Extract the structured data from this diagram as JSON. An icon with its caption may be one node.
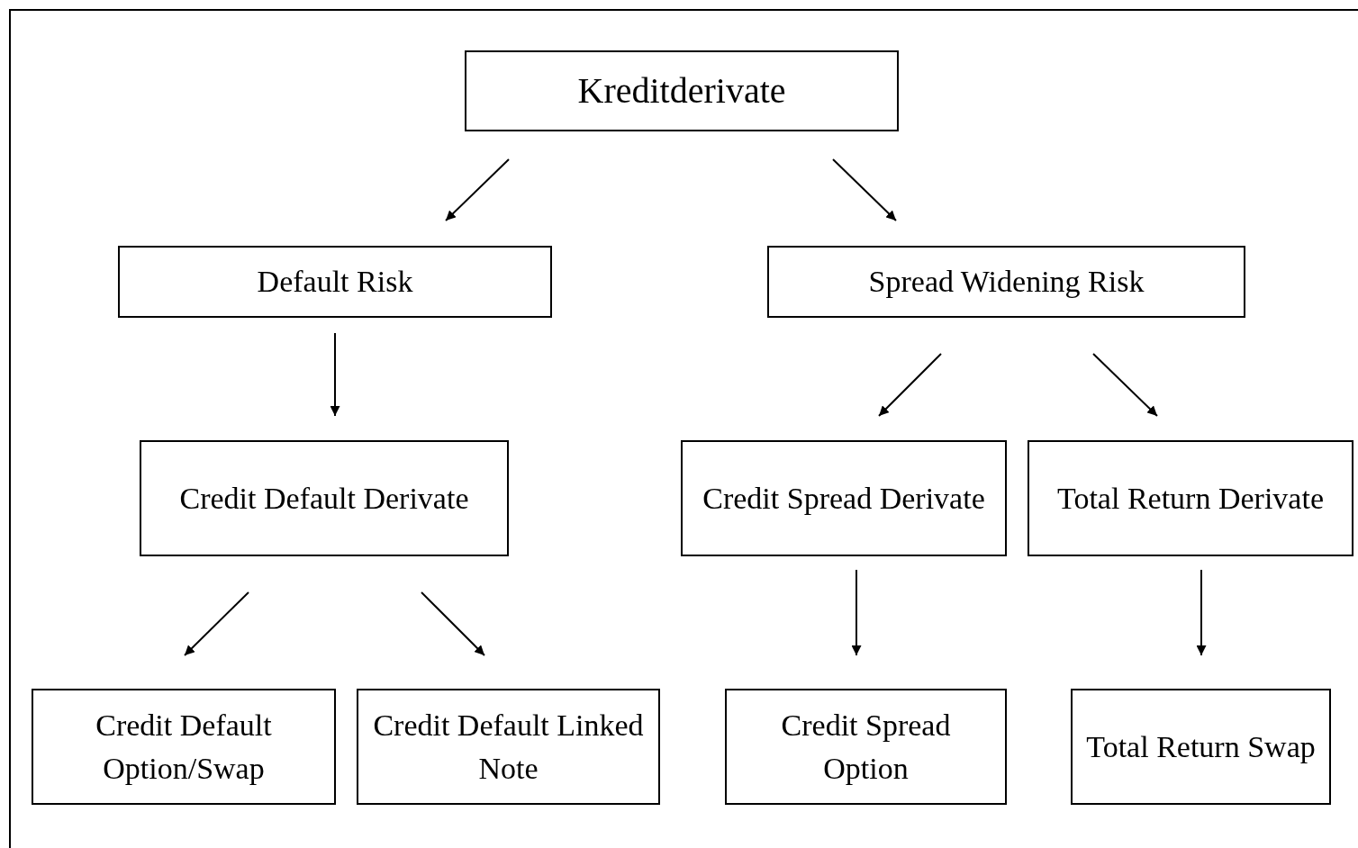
{
  "diagram": {
    "nodes": [
      {
        "text": [
          "Kreditderivate"
        ]
      },
      {
        "text": [
          "Default Risk"
        ]
      },
      {
        "text": [
          "Spread Widening Risk"
        ]
      },
      {
        "text": [
          "Credit Default Derivate"
        ]
      },
      {
        "text": [
          "Credit Spread Derivate"
        ]
      },
      {
        "text": [
          "Total Return Derivate"
        ]
      },
      {
        "text": [
          "Credit Default Option/Swap"
        ]
      },
      {
        "text": [
          "Credit Default Linked Note"
        ]
      },
      {
        "text": [
          "Credit Spread Option"
        ]
      },
      {
        "text": [
          "Total Return Swap"
        ]
      }
    ],
    "edges": [
      {
        "from": 0,
        "to": 1,
        "arrow": "to"
      },
      {
        "from": 0,
        "to": 2,
        "arrow": "to"
      },
      {
        "from": 1,
        "to": 3,
        "arrow": "to"
      },
      {
        "from": 2,
        "to": 4,
        "arrow": "to"
      },
      {
        "from": 2,
        "to": 5,
        "arrow": "to"
      },
      {
        "from": 3,
        "to": 6,
        "arrow": "to"
      },
      {
        "from": 3,
        "to": 7,
        "arrow": "to"
      },
      {
        "from": 4,
        "to": 8,
        "arrow": "to"
      },
      {
        "from": 5,
        "to": 9,
        "arrow": "to"
      }
    ]
  }
}
